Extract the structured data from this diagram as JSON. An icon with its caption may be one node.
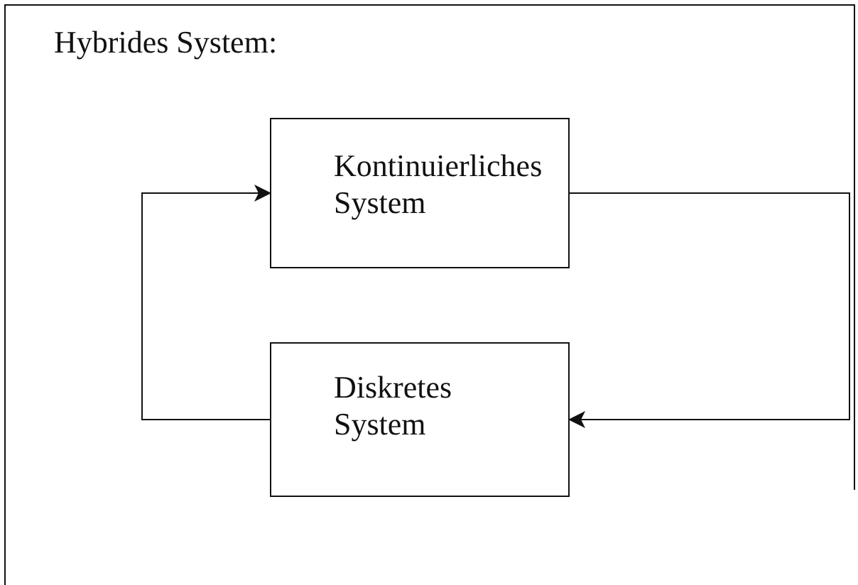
{
  "diagram": {
    "nodes": [
      {
        "text": [
          "Hybrides System:"
        ]
      },
      {
        "text": [
          "Kontinuierliches System"
        ],
        "in": 0
      },
      {
        "text": [
          "Diskretes System"
        ],
        "in": 0
      }
    ],
    "edges": [
      {
        "from": 1,
        "to": 2,
        "arrow": "to"
      },
      {
        "from": 2,
        "to": 1,
        "arrow": "to"
      }
    ]
  }
}
